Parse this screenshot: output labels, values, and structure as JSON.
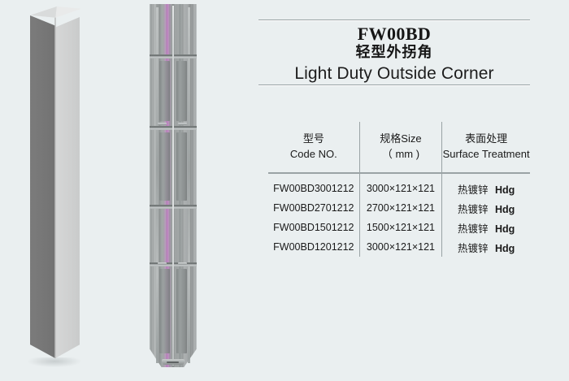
{
  "product": {
    "code": "FW00BD",
    "name_cn": "轻型外拐角",
    "name_en": "Light Duty Outside Corner"
  },
  "images": {
    "column_render": "square-column-3d-render",
    "bracket_photo": "galvanized-corner-bracket-photo"
  },
  "table": {
    "headers": [
      {
        "cn": "型号",
        "en": "Code  NO."
      },
      {
        "cn": "规格Size",
        "en": "（ mm )"
      },
      {
        "cn": "表面处理",
        "en": "Surface Treatment"
      }
    ],
    "rows": [
      {
        "code": "FW00BD3001212",
        "size": "3000×121×121",
        "surface_cn": "热镀锌",
        "surface_en": "Hdg"
      },
      {
        "code": "FW00BD2701212",
        "size": "2700×121×121",
        "surface_cn": "热镀锌",
        "surface_en": "Hdg"
      },
      {
        "code": "FW00BD1501212",
        "size": "1500×121×121",
        "surface_cn": "热镀锌",
        "surface_en": "Hdg"
      },
      {
        "code": "FW00BD1201212",
        "size": "3000×121×121",
        "surface_cn": "热镀锌",
        "surface_en": "Hdg"
      }
    ]
  },
  "colors": {
    "background": "#eaeff0",
    "rule": "#9aa3a5",
    "text": "#1a1a1a",
    "column_dark_face": "#767676",
    "column_light_face": "#d2d2d2",
    "metal": "#9ea3a3"
  }
}
